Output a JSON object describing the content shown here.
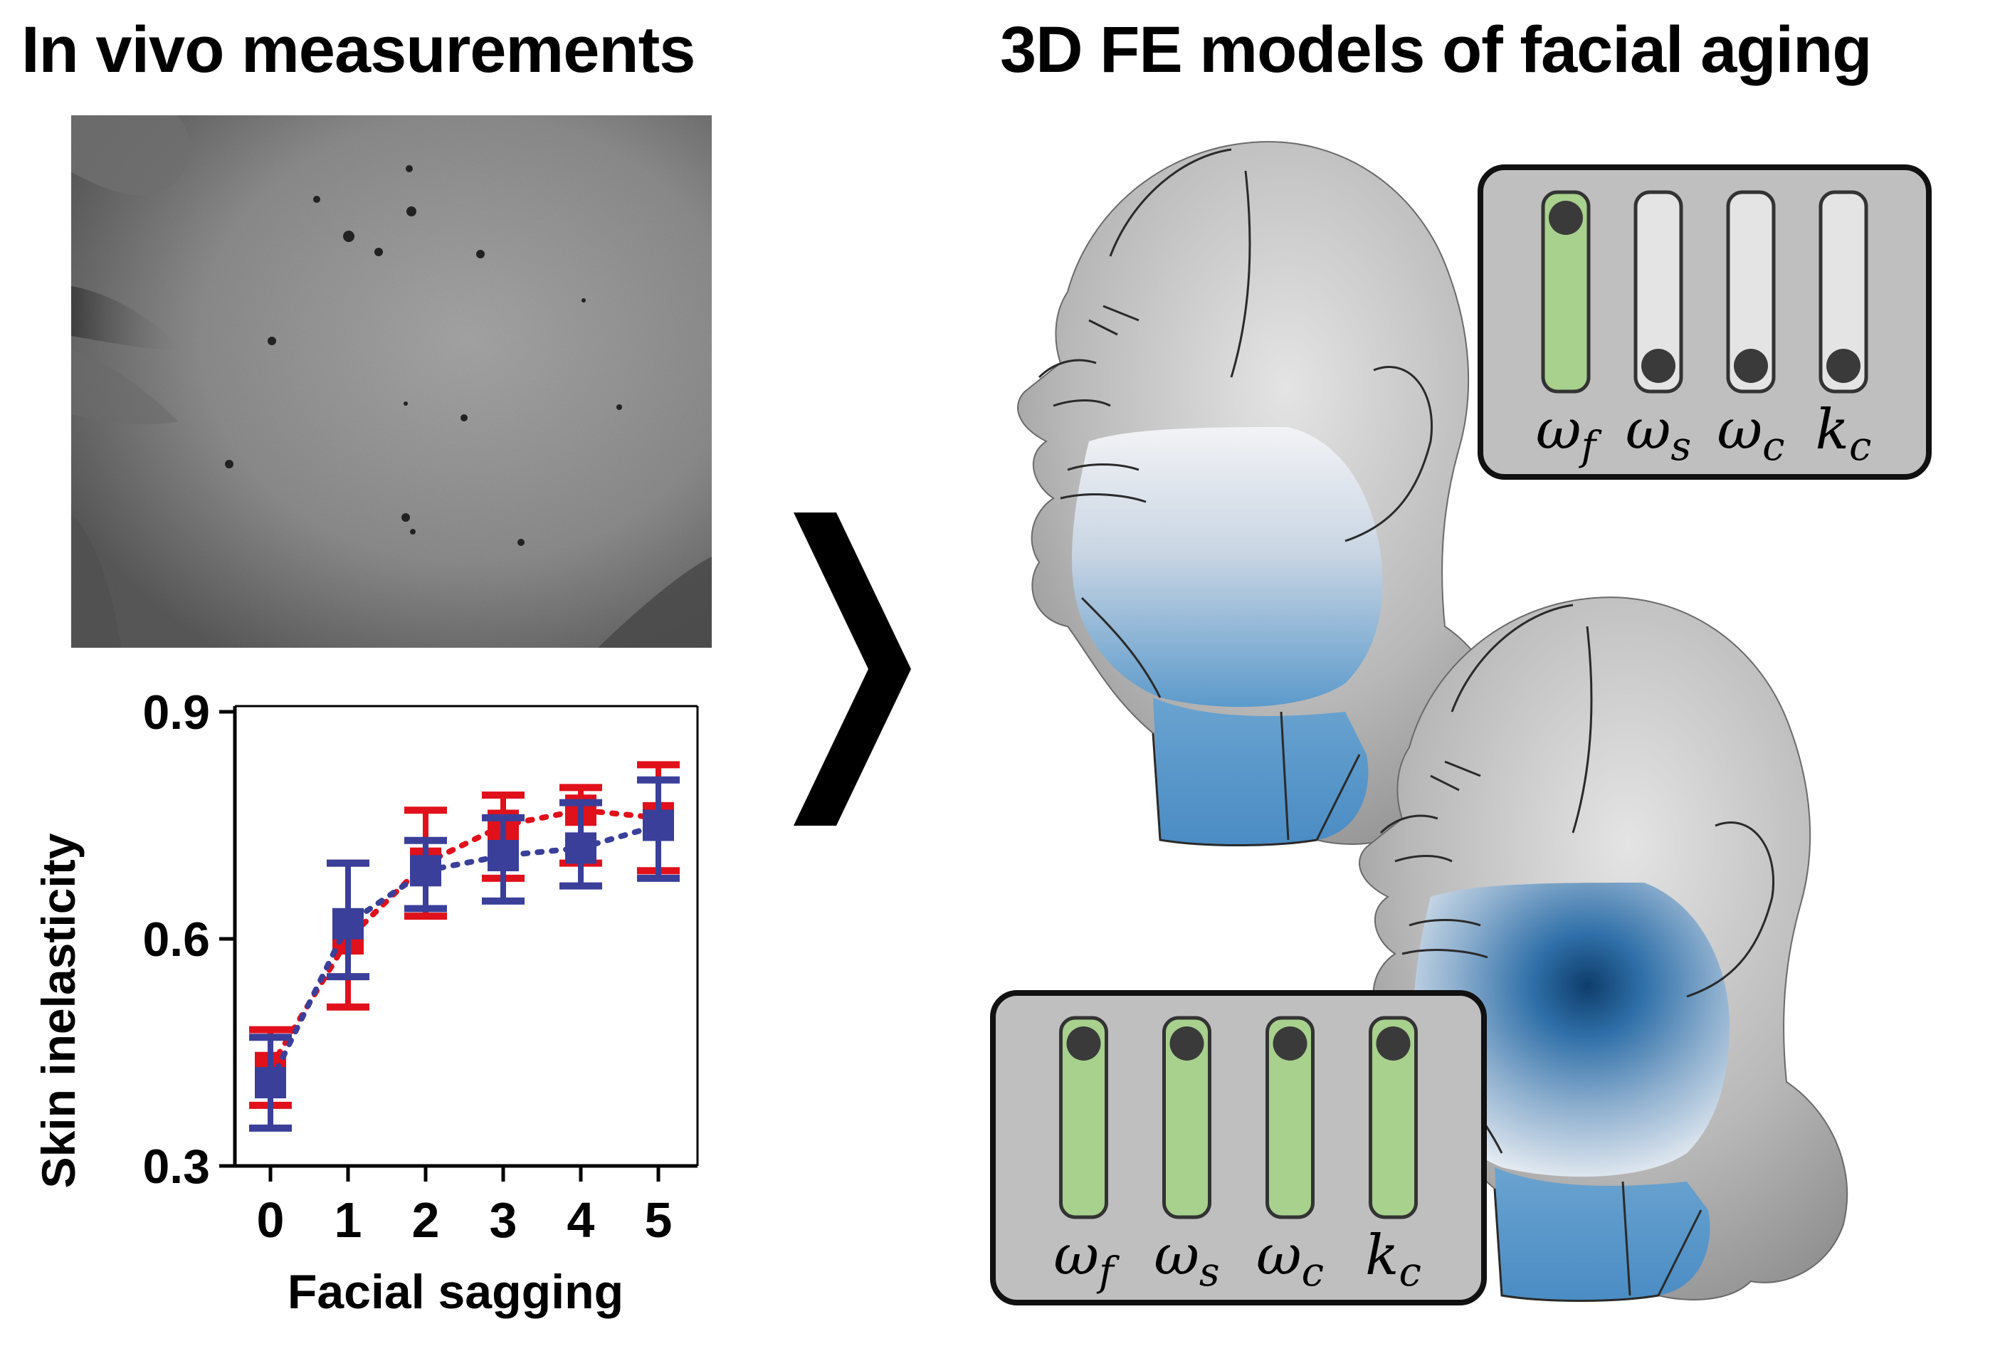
{
  "figure": {
    "left_heading": "In vivo measurements",
    "right_heading": "3D FE models of facial aging"
  },
  "chart_data": {
    "type": "line",
    "xlabel": "Facial sagging",
    "ylabel": "Skin inelasticity",
    "x": [
      0,
      1,
      2,
      3,
      4,
      5
    ],
    "xticks": [
      "0",
      "1",
      "2",
      "3",
      "4",
      "5"
    ],
    "yticks": [
      "0.3",
      "0.6",
      "0.9"
    ],
    "ylim": [
      0.3,
      0.9
    ],
    "series": [
      {
        "color": "#e0111b",
        "values": [
          0.43,
          0.6,
          0.7,
          0.75,
          0.77,
          0.76
        ],
        "lower": [
          0.38,
          0.51,
          0.63,
          0.68,
          0.7,
          0.69
        ],
        "upper": [
          0.48,
          0.7,
          0.77,
          0.79,
          0.8,
          0.83
        ]
      },
      {
        "color": "#3a3f9a",
        "values": [
          0.41,
          0.62,
          0.69,
          0.71,
          0.72,
          0.75
        ],
        "lower": [
          0.35,
          0.55,
          0.64,
          0.65,
          0.67,
          0.68
        ],
        "upper": [
          0.47,
          0.7,
          0.73,
          0.76,
          0.78,
          0.81
        ]
      }
    ]
  },
  "panels": {
    "top": {
      "parameters": [
        {
          "base": "ω",
          "sub": "f",
          "active": true,
          "level": 1.0
        },
        {
          "base": "ω",
          "sub": "s",
          "active": false,
          "level": 0.0
        },
        {
          "base": "ω",
          "sub": "c",
          "active": false,
          "level": 0.0
        },
        {
          "base": "k",
          "sub": "c",
          "active": false,
          "level": 0.0
        }
      ]
    },
    "bottom": {
      "parameters": [
        {
          "base": "ω",
          "sub": "f",
          "active": true,
          "level": 1.0
        },
        {
          "base": "ω",
          "sub": "s",
          "active": true,
          "level": 1.0
        },
        {
          "base": "ω",
          "sub": "c",
          "active": true,
          "level": 1.0
        },
        {
          "base": "k",
          "sub": "c",
          "active": true,
          "level": 1.0
        }
      ]
    }
  },
  "colors": {
    "active_slider": "#a8d18d",
    "inactive_slider": "#e4e4e4",
    "panel_bg": "#bfbfbf",
    "knob": "#3a3a3a",
    "heatmap": "#2e7ab8"
  }
}
